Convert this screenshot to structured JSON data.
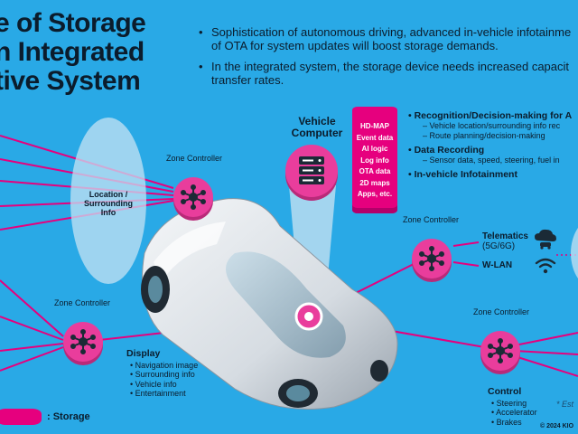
{
  "title_lines": [
    "e of Storage",
    "n Integrated",
    "tive System"
  ],
  "bullets": [
    {
      "lines": [
        "Sophistication of autonomous driving, advanced in-vehicle infotainme",
        "of OTA for system updates will boost storage demands."
      ]
    },
    {
      "lines": [
        "In the integrated system, the storage device needs increased capacit",
        "transfer rates."
      ]
    }
  ],
  "vehicle_computer": {
    "label_line1": "Vehicle",
    "label_line2": "Computer"
  },
  "storage_items": [
    "HD-MAP",
    "Event data",
    "AI logic",
    "Log info",
    "OTA data",
    "2D maps",
    "Apps, etc."
  ],
  "right_list": {
    "h1": "Recognition/Decision-making for A",
    "h1_items": [
      "Vehicle location/surrounding info rec",
      "Route planning/decision-making"
    ],
    "h2": "Data Recording",
    "h2_items": [
      "Sensor data, speed, steering, fuel in"
    ],
    "h3": "In-vehicle Infotainment"
  },
  "zone_controllers": {
    "top_left": "Zone Controller",
    "mid_right": "Zone Controller",
    "left": "Zone Controller",
    "bottom_right": "Zone Controller"
  },
  "location_label": {
    "line1": "Location /",
    "line2": "Surrounding",
    "line3": "Info"
  },
  "telematics": {
    "line1": "Telematics",
    "line2": "(5G/6G)"
  },
  "wlan": "W-LAN",
  "display": {
    "title": "Display",
    "items": [
      "Navigation image",
      "Surrounding info",
      "Vehicle info",
      "Entertainment"
    ]
  },
  "control": {
    "title": "Control",
    "items": [
      "Steering",
      "Accelerator",
      "Brakes"
    ]
  },
  "legend": ": Storage",
  "footnote": "* Est",
  "copyright": "© 2024 KIO",
  "colors": {
    "background": "#29a9e6",
    "accent": "#e6007e",
    "node": "#e93d9c",
    "dark": "#0b1c2c"
  }
}
